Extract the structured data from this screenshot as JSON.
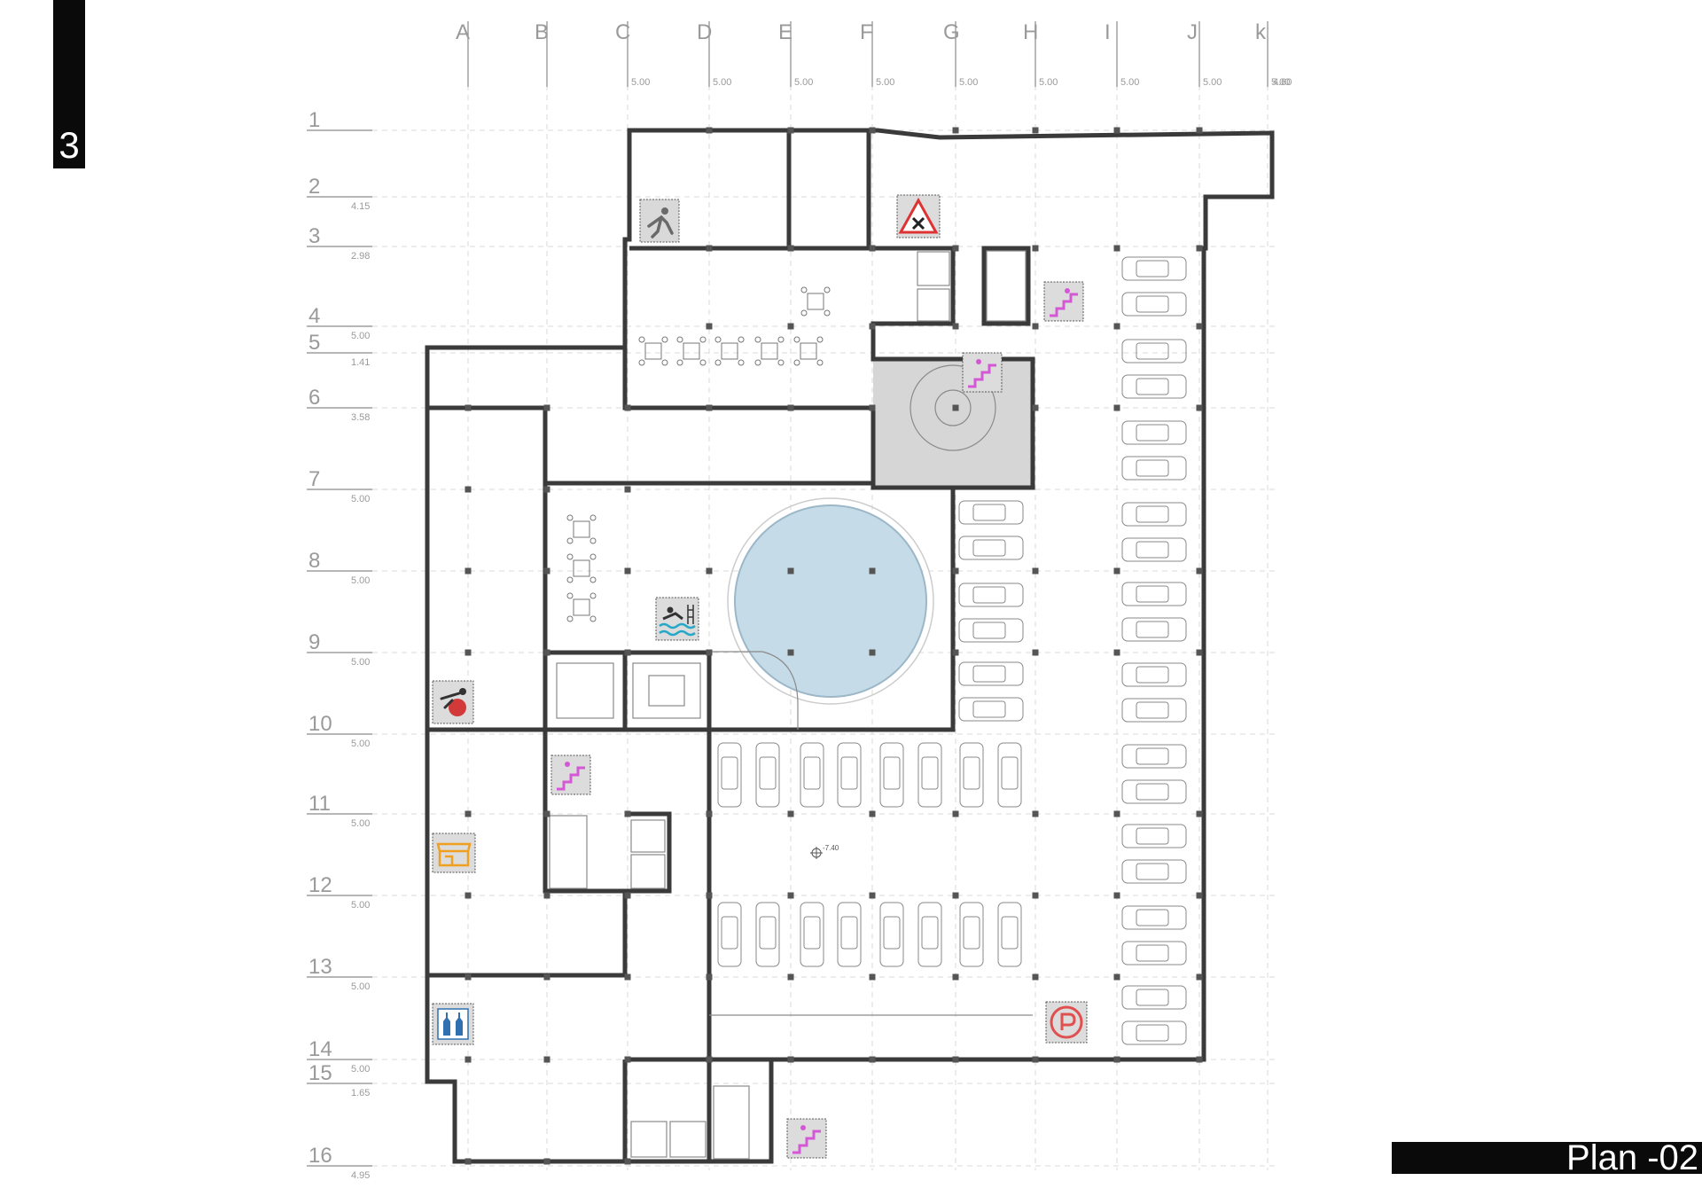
{
  "sheet": {
    "number": "3"
  },
  "title": "Plan -02",
  "grid": {
    "columns": [
      {
        "label": "A",
        "dim": ""
      },
      {
        "label": "B",
        "dim": ""
      },
      {
        "label": "C",
        "dim": "5.00"
      },
      {
        "label": "D",
        "dim": "5.00"
      },
      {
        "label": "E",
        "dim": "5.00"
      },
      {
        "label": "F",
        "dim": "5.00"
      },
      {
        "label": "G",
        "dim": "5.00"
      },
      {
        "label": "H",
        "dim": "5.00"
      },
      {
        "label": "I",
        "dim": "5.00"
      },
      {
        "label": "J",
        "dim": "5.00"
      },
      {
        "label": "k",
        "dim": "5.00"
      },
      {
        "label": "",
        "dim": "4.60"
      }
    ],
    "rows": [
      {
        "label": "1",
        "dim": ""
      },
      {
        "label": "2",
        "dim": "4.15"
      },
      {
        "label": "3",
        "dim": "2.98"
      },
      {
        "label": "4",
        "dim": "5.00"
      },
      {
        "label": "5",
        "dim": "1.41"
      },
      {
        "label": "6",
        "dim": "3.58"
      },
      {
        "label": "7",
        "dim": "5.00"
      },
      {
        "label": "8",
        "dim": "5.00"
      },
      {
        "label": "9",
        "dim": "5.00"
      },
      {
        "label": "10",
        "dim": "5.00"
      },
      {
        "label": "11",
        "dim": "5.00"
      },
      {
        "label": "12",
        "dim": "5.00"
      },
      {
        "label": "13",
        "dim": "5.00"
      },
      {
        "label": "14",
        "dim": "5.00"
      },
      {
        "label": "15",
        "dim": "1.65"
      },
      {
        "label": "16",
        "dim": "4.95"
      }
    ]
  },
  "level_marker": "-7.40",
  "icons": {
    "fitness": "fitness-icon",
    "service": "maintenance-warning-icon",
    "stairs": "stairs-icon",
    "pool": "swimming-pool-icon",
    "massage": "massage-icon",
    "shop": "shop-icon",
    "storage": "bottle-storage-icon",
    "parking": "parking-icon"
  },
  "colors": {
    "wall": "#3a3a3a",
    "pool": "#c6dbe8",
    "stairs_icon": "#d457d4",
    "parking_icon": "#e05050",
    "shop_icon": "#f0a020",
    "storage_icon": "#3070b0",
    "pool_icon": "#25a8c8",
    "grid": "#cfcfcf"
  }
}
